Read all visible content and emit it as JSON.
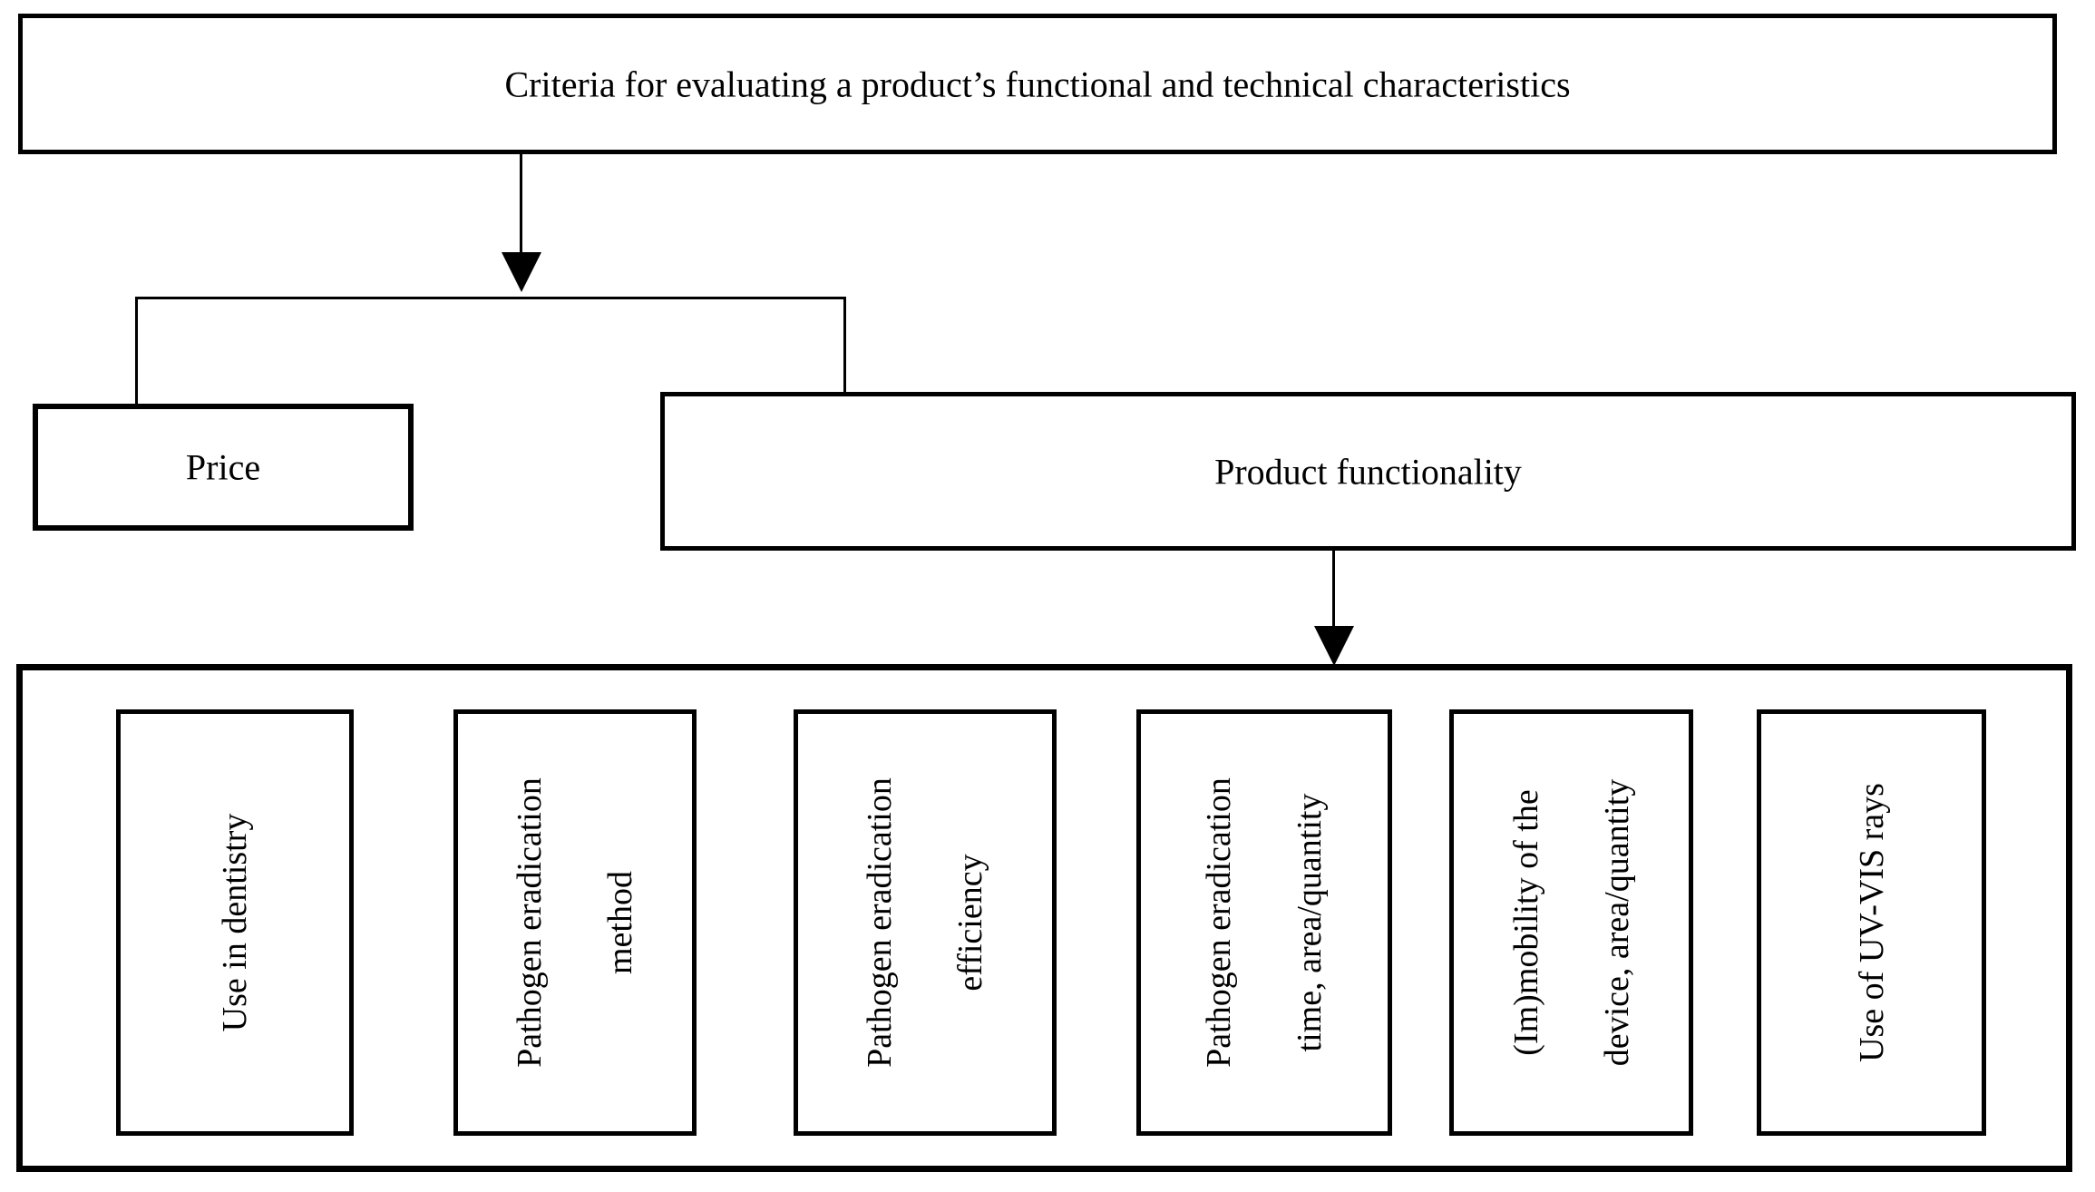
{
  "figure": {
    "background_color": "#ffffff",
    "line_color": "#000000",
    "root": {
      "label": "Criteria for evaluating a product’s functional and technical characteristics"
    },
    "branches": [
      {
        "id": "price",
        "label": "Price"
      },
      {
        "id": "product-functionality",
        "label": "Product functionality"
      }
    ],
    "criteria": [
      {
        "label": "Use in dentistry"
      },
      {
        "label": "Pathogen eradication\nmethod"
      },
      {
        "label": "Pathogen eradication\nefficiency"
      },
      {
        "label": "Pathogen eradication\ntime, area/quantity"
      },
      {
        "label": "(Im)mobility of the\ndevice, area/quantity"
      },
      {
        "label": "Use of UV-VIS rays"
      }
    ]
  }
}
